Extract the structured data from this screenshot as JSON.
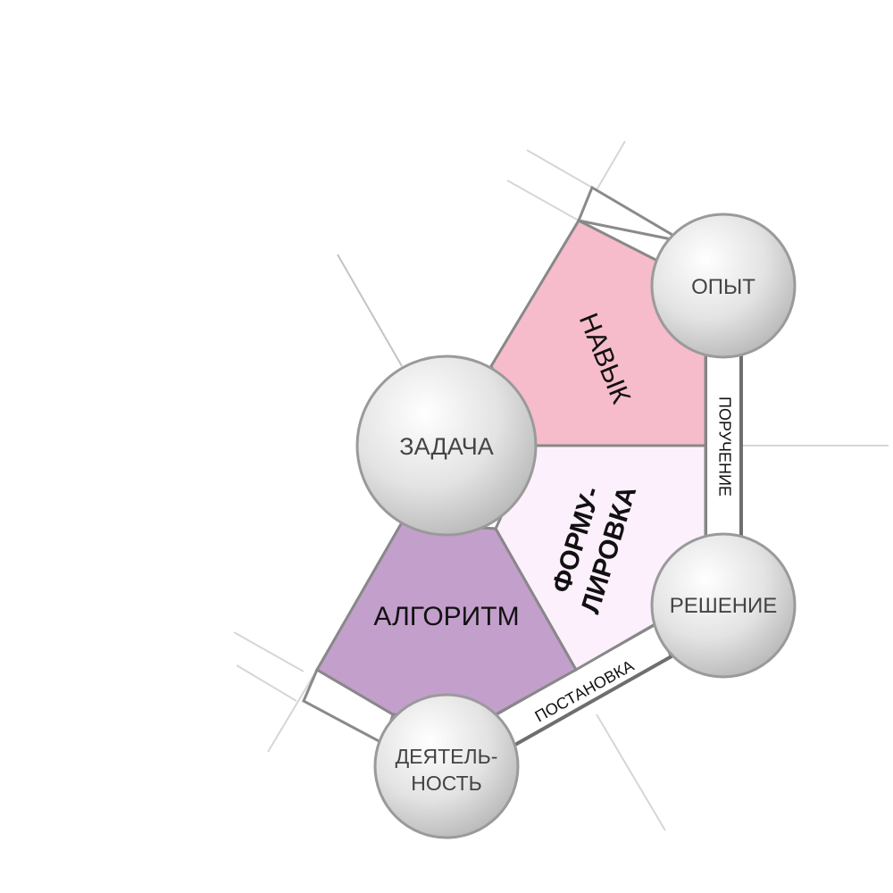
{
  "nodes": {
    "zadacha": "ЗАДАЧА",
    "opyt": "ОПЫТ",
    "reshenie": "РЕШЕНИЕ",
    "deyatelnost_line1": "ДЕЯТЕЛЬ-",
    "deyatelnost_line2": "НОСТЬ"
  },
  "regions": {
    "navyk": "НАВЫК",
    "formulirovka_line1": "ФОРМУ-",
    "formulirovka_line2": "ЛИРОВКА",
    "algoritm": "АЛГОРИТМ"
  },
  "edges": {
    "poruchenie": "ПОРУЧЕНИЕ",
    "postanovka": "ПОСТАНОВКА"
  },
  "colors": {
    "navyk": "#f6bccb",
    "formulirovka": "#fdf0fd",
    "algoritm": "#c39fcb",
    "border": "#888888",
    "node_fill": "#e4e4e4",
    "node_stroke": "#9a9a9a"
  }
}
